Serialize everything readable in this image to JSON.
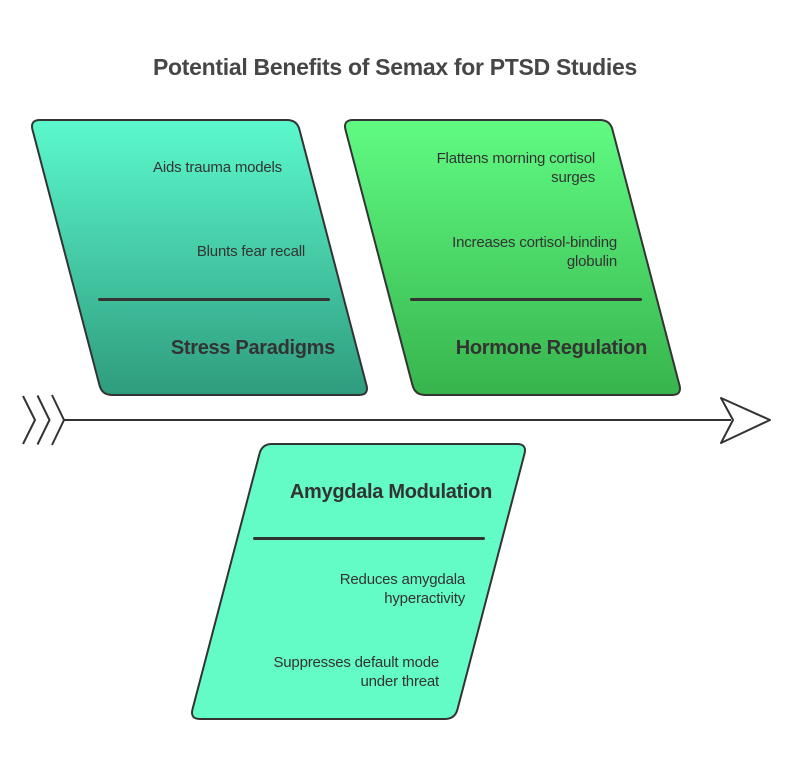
{
  "title": "Potential Benefits of Semax for PTSD Studies",
  "cards": [
    {
      "label": "Stress Paradigms",
      "items": [
        "Aids trauma models",
        "Blunts fear recall"
      ]
    },
    {
      "label": "Hormone Regulation",
      "items": [
        "Flattens morning cortisol\nsurges",
        "Increases cortisol-binding\nglobulin"
      ]
    },
    {
      "label": "Amygdala Modulation",
      "items": [
        "Reduces amygdala\nhyperactivity",
        "Suppresses default mode\nunder threat"
      ]
    }
  ],
  "colors": {
    "stress_top": "#5bf9cd",
    "stress_bottom": "#2f9c7e",
    "hormone_top": "#60fb83",
    "hormone_bottom": "#37b44c",
    "amygdala_fill": "#63fbc6",
    "stroke": "#333333",
    "text": "#333333",
    "title_text": "#464646",
    "arrowhead_fill": "#ffffff"
  }
}
